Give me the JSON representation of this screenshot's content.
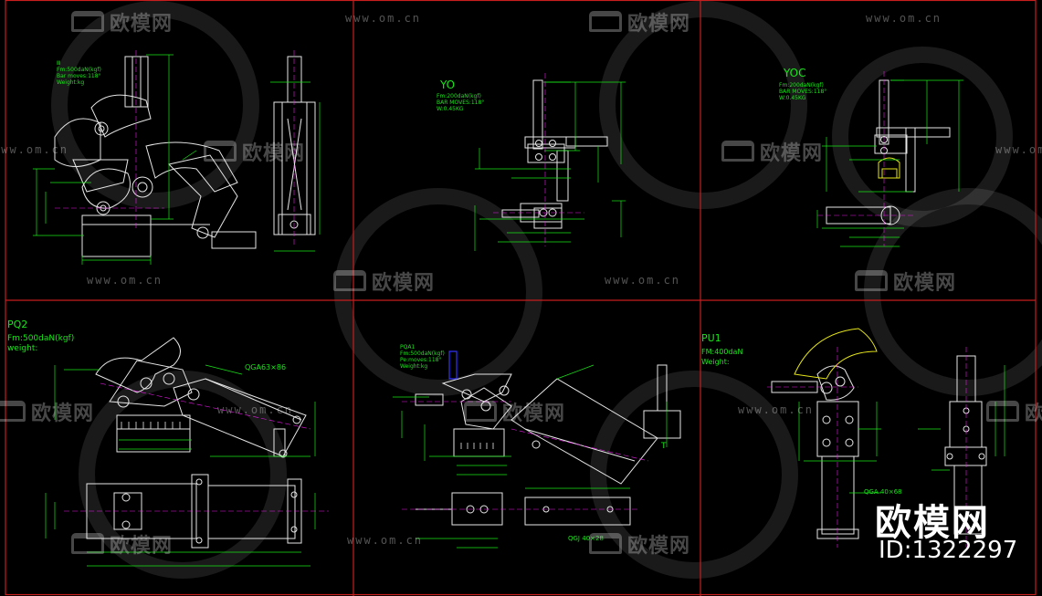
{
  "watermark": {
    "brand": "欧模网",
    "url": "www.om.cn",
    "id_text": "ID:1322297"
  },
  "panels": [
    {
      "name": "top-left",
      "model_label": "",
      "spec_lines": [
        "Ⅲ",
        "Fm:500daN(kgf)",
        "Bar moves:118°",
        "Weight:kg"
      ]
    },
    {
      "name": "top-middle",
      "model_label": "YO",
      "spec_lines": [
        "Fm:200daN(kgf)",
        "BAR MOVES:118°",
        "W:0.45KG"
      ]
    },
    {
      "name": "top-right",
      "model_label": "YOC",
      "spec_lines": [
        "Fm:200daN(kgf)",
        "BAR MOVES:118°",
        "W:0.45KG"
      ]
    },
    {
      "name": "bottom-left",
      "model_label": "PQ2",
      "spec_lines": [
        "Fm:500daN(kgf)",
        "weight:"
      ],
      "callout": "QGA63×86"
    },
    {
      "name": "bottom-middle",
      "model_label": "PQA1",
      "spec_lines": [
        "Fm:500daN(kgf)",
        "Pe:moves:118°",
        "Weight:kg"
      ],
      "callout": "QGJ 40×28",
      "side_label": "T"
    },
    {
      "name": "bottom-right",
      "model_label": "PU1",
      "spec_lines": [
        "FM:400daN",
        "Weight:"
      ],
      "callout": "QGA 40×68"
    }
  ],
  "colors": {
    "background": "#000000",
    "frame": "#c81e1e",
    "outline": "#e6e6e6",
    "dimension": "#19e619",
    "centerline": "#e619e6",
    "accent_yellow": "#e6e619",
    "accent_blue": "#3232ff"
  }
}
